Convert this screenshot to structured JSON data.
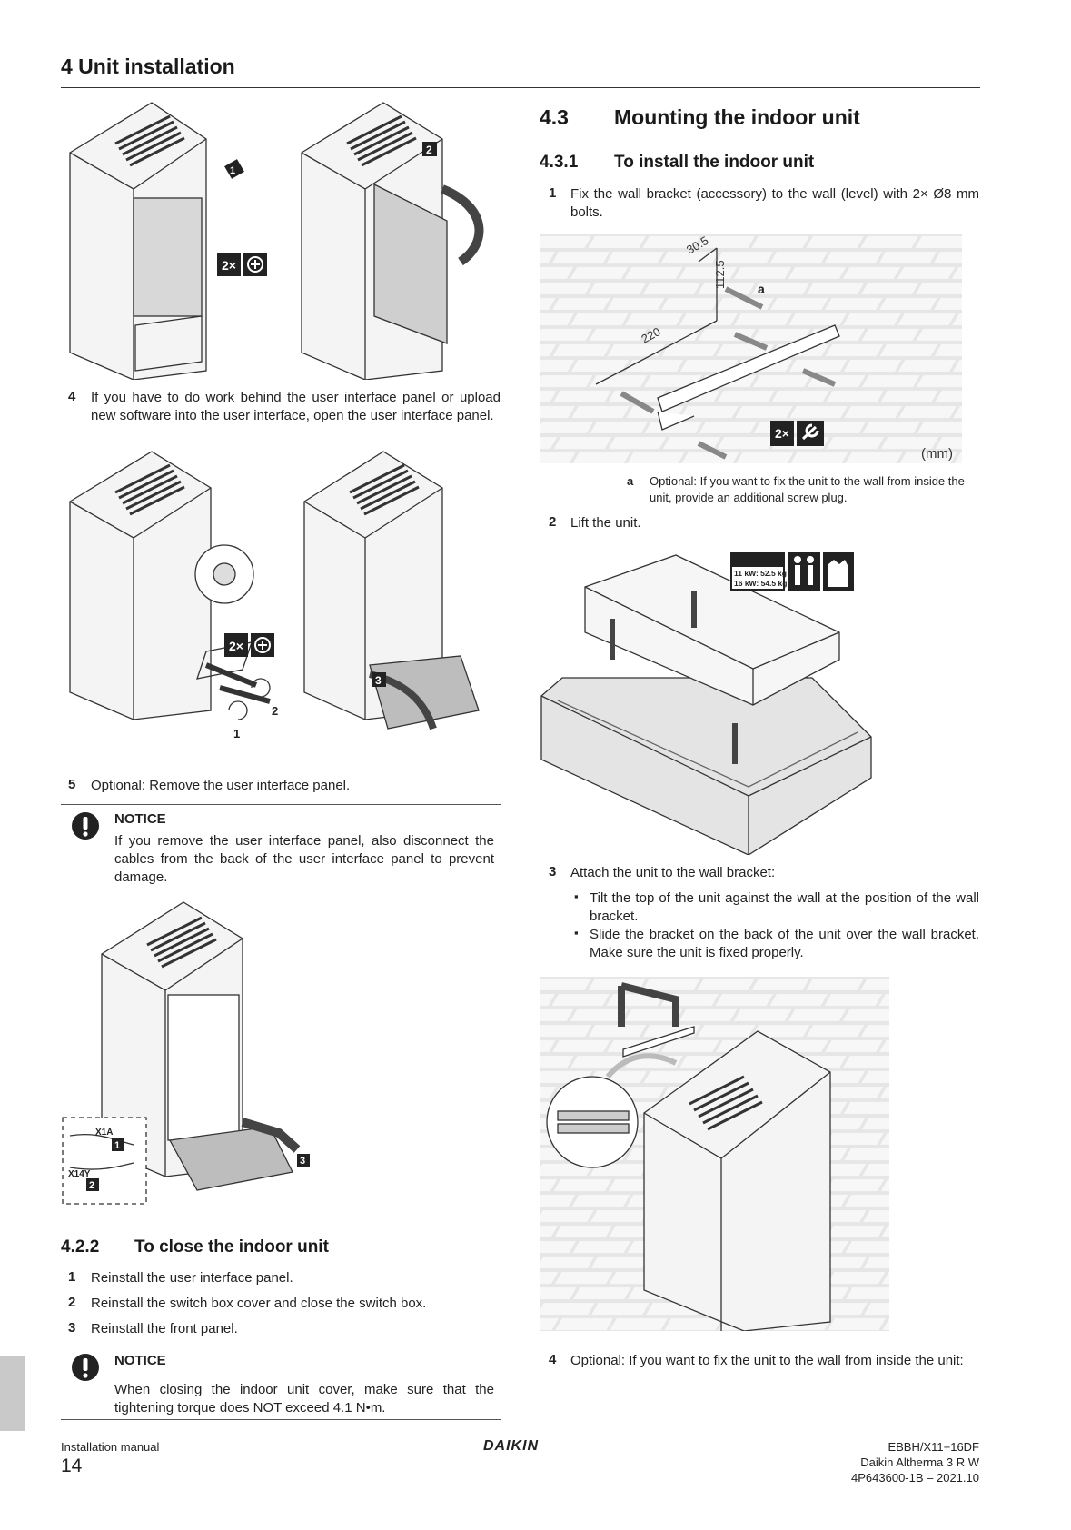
{
  "header": {
    "chapter_title": "4 Unit installation"
  },
  "left": {
    "step4": {
      "num": "4",
      "text": "If you have to do work behind the user interface panel or upload new software into the user interface, open the user interface panel."
    },
    "step5": {
      "num": "5",
      "text": "Optional: Remove the user interface panel."
    },
    "notice1": {
      "title": "NOTICE",
      "text": "If you remove the user interface panel, also disconnect the cables from the back of the user interface panel to prevent damage."
    },
    "fig1": {
      "badge1": "1",
      "badge2": "2",
      "count": "2×"
    },
    "fig2": {
      "count": "2×",
      "arrow1": "1",
      "arrow2": "2",
      "step3": "3"
    },
    "fig3": {
      "conn1": "X1A",
      "conn2": "X14Y",
      "m1": "1",
      "m2": "2",
      "m3": "3"
    },
    "section_422": {
      "number": "4.2.2",
      "title": "To close the indoor unit"
    },
    "close_steps": [
      {
        "num": "1",
        "text": "Reinstall the user interface panel."
      },
      {
        "num": "2",
        "text": "Reinstall the switch box cover and close the switch box."
      },
      {
        "num": "3",
        "text": "Reinstall the front panel."
      }
    ],
    "notice2": {
      "title": "NOTICE",
      "text": "When closing the indoor unit cover, make sure that the tightening torque does NOT exceed 4.1 N•m."
    }
  },
  "right": {
    "section_43": {
      "number": "4.3",
      "title": "Mounting the indoor unit"
    },
    "section_431": {
      "number": "4.3.1",
      "title": "To install the indoor unit"
    },
    "step1": {
      "num": "1",
      "text": "Fix the wall bracket (accessory) to the wall (level) with 2× Ø8 mm bolts."
    },
    "wallfig": {
      "dim1": "30.5",
      "dim2": "112.5",
      "dim3": "220",
      "label_a": "a",
      "count": "2×",
      "unit": "(mm)"
    },
    "caption_a": {
      "letter": "a",
      "text": "Optional: If you want to fix the unit to the wall from inside the unit, provide an additional screw plug."
    },
    "step2": {
      "num": "2",
      "text": "Lift the unit."
    },
    "liftfig": {
      "w1": "11 kW: 52.5 kg",
      "w2": "16 kW: 54.5 kg"
    },
    "step3": {
      "num": "3",
      "text": "Attach the unit to the wall bracket:"
    },
    "bullets": [
      "Tilt the top of the unit against the wall at the position of the wall bracket.",
      "Slide the bracket on the back of the unit over the wall bracket. Make sure the unit is fixed properly."
    ],
    "step4": {
      "num": "4",
      "text": "Optional: If you want to fix the unit to the wall from inside the unit:"
    }
  },
  "footer": {
    "manual": "Installation manual",
    "page": "14",
    "brand": "DAIKIN",
    "model": "EBBH/X11+16DF",
    "product": "Daikin Altherma 3 R W",
    "doc": "4P643600-1B – 2021.10"
  }
}
